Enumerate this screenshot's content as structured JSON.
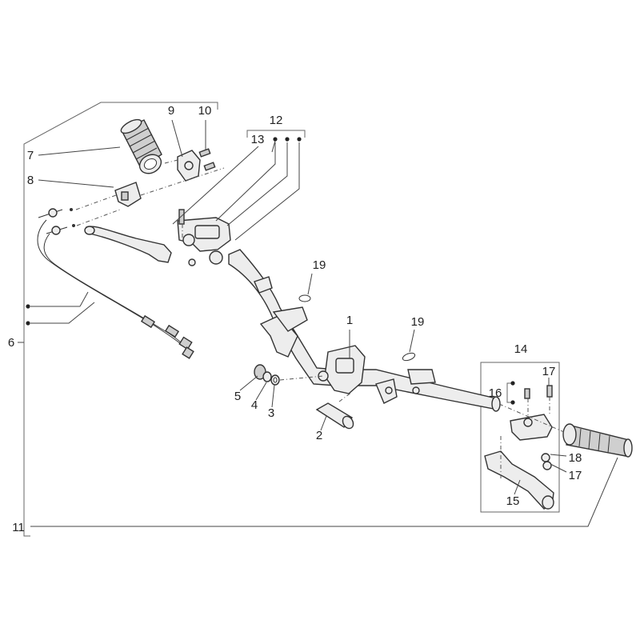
{
  "diagram": {
    "callouts": [
      {
        "id": "c1",
        "text": "1"
      },
      {
        "id": "c2",
        "text": "2"
      },
      {
        "id": "c3",
        "text": "3"
      },
      {
        "id": "c4",
        "text": "4"
      },
      {
        "id": "c5",
        "text": "5"
      },
      {
        "id": "c6",
        "text": "6"
      },
      {
        "id": "c7",
        "text": "7"
      },
      {
        "id": "c8",
        "text": "8"
      },
      {
        "id": "c9",
        "text": "9"
      },
      {
        "id": "c10",
        "text": "10"
      },
      {
        "id": "c11",
        "text": "11"
      },
      {
        "id": "c12",
        "text": "12"
      },
      {
        "id": "c13",
        "text": "13"
      },
      {
        "id": "c14",
        "text": "14"
      },
      {
        "id": "c15",
        "text": "15"
      },
      {
        "id": "c16",
        "text": "16"
      },
      {
        "id": "c17a",
        "text": "17"
      },
      {
        "id": "c17b",
        "text": "17"
      },
      {
        "id": "c18",
        "text": "18"
      },
      {
        "id": "c19a",
        "text": "19"
      },
      {
        "id": "c19b",
        "text": "19"
      }
    ]
  }
}
